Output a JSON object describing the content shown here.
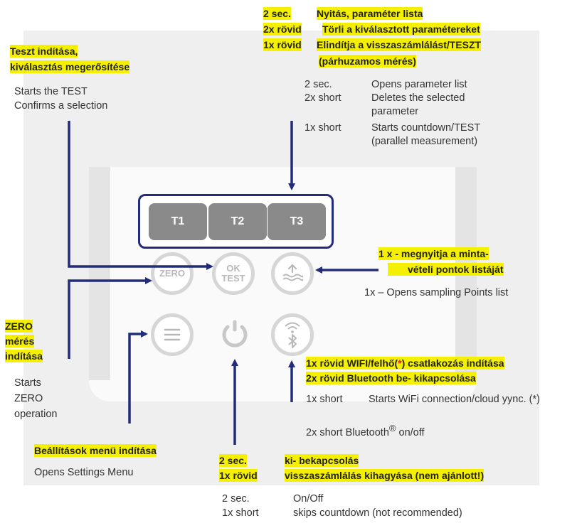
{
  "top_hu": {
    "line1_key": "2 sec.",
    "line1_val": "Nyitás, paraméter lista",
    "line2_key": "2x rövid",
    "line2_val": "Törli a kiválasztott paramétereket",
    "line3_key": "1x rövid",
    "line3_val": "Elindítja a visszaszámlálást/TESZT",
    "line4": "(párhuzamos mérés)"
  },
  "top_en": {
    "k1": "2 sec.",
    "v1": "Opens parameter list",
    "k2": "2x short",
    "v2a": "Deletes the selected",
    "v2b": "parameter",
    "k3": "1x short",
    "v3a": "Starts countdown/TEST",
    "v3b": "(parallel measurement)"
  },
  "test_hu": {
    "line1": "Teszt indítása,",
    "line2": "kiválasztás megerősítése"
  },
  "test_en": {
    "line1": "Starts the TEST",
    "line2": "Confirms a selection"
  },
  "buttons": {
    "t1": "T1",
    "t2": "T2",
    "t3": "T3",
    "zero": "ZERO",
    "ok": "OK",
    "test": "TEST"
  },
  "sampling_hu": {
    "line1": "1 x - megnyitja a minta-",
    "line2": "vételi pontok listáját"
  },
  "sampling_en": "1x – Opens sampling Points list",
  "zero_hu": {
    "line1": "ZERO",
    "line2": "mérés",
    "line3": "indítása"
  },
  "zero_en": {
    "line1": "Starts",
    "line2": "ZERO",
    "line3": "operation"
  },
  "wifi_hu": {
    "line1a": "1x rövid WIFI/felhő(",
    "line1star": "*",
    "line1b": ") csatlakozás indítása",
    "line2": "2x rövid Bluetooth be- kikapcsolása"
  },
  "wifi_en": {
    "k1": "1x short",
    "v1": "Starts WiFi connection/cloud yync. (*)",
    "line2a": "2x short Bluetooth",
    "line2reg": "®",
    "line2b": " on/off"
  },
  "settings_hu": "Beállítások menü indítása",
  "settings_en": "Opens Settings Menu",
  "power_hu": {
    "k1": "2 sec.",
    "k2": "1x rövid",
    "v1": "ki- bekapcsolás",
    "v2": "visszaszámlálás kihagyása (nem ajánlott!)"
  },
  "power_en": {
    "k1": "2 sec.",
    "k2": "1x short",
    "v1": "On/Off",
    "v2": "skips countdown (not recommended)"
  },
  "icons": [
    "menu-icon",
    "power-icon",
    "bluetooth-wifi-icon",
    "water-sampling-icon"
  ],
  "colors": {
    "highlight": "#f5f000",
    "arrow": "#232c7a",
    "button_gray": "#8a8a8a",
    "ring": "#d6d6d6",
    "star": "#e02020"
  }
}
